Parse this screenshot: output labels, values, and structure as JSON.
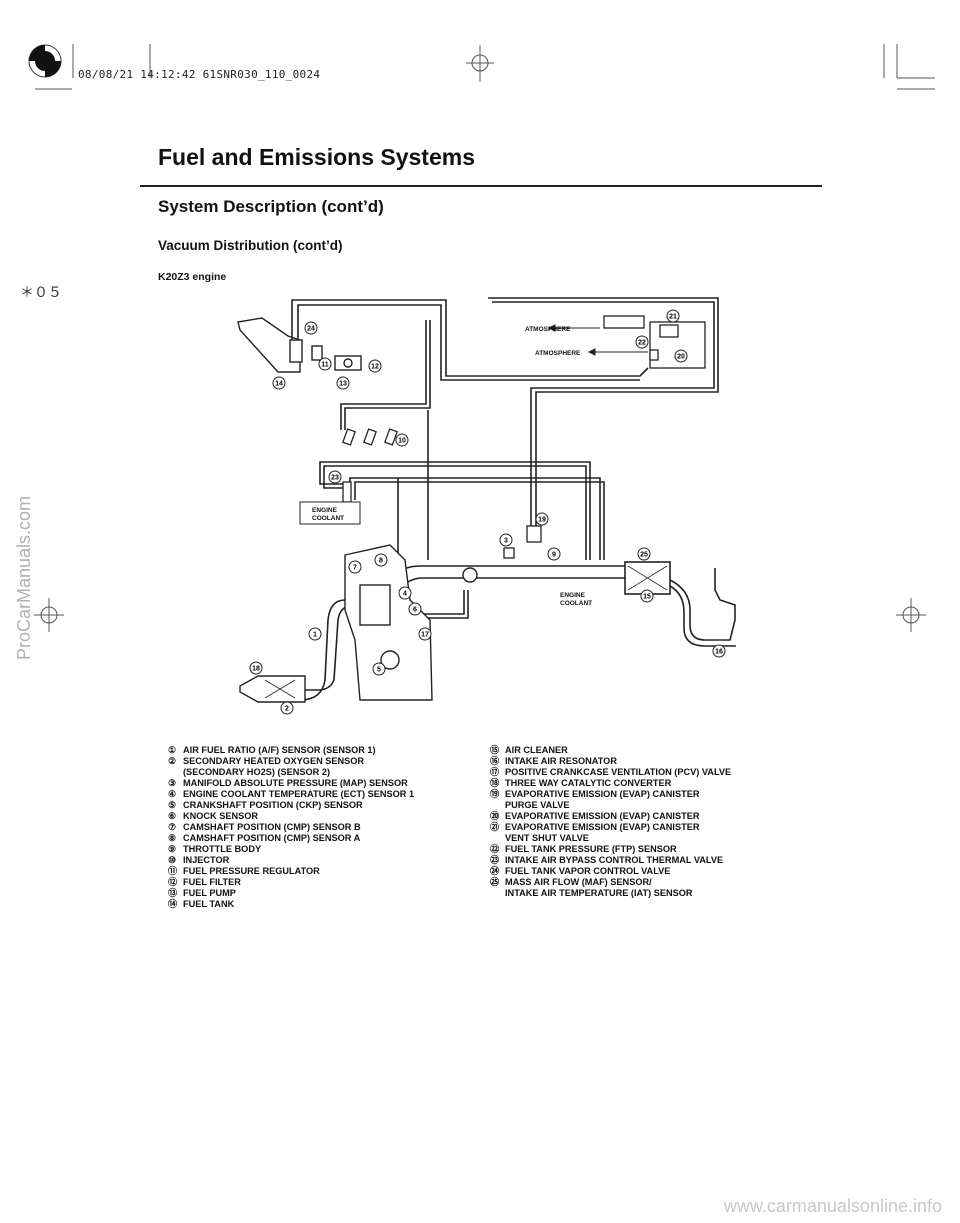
{
  "print_stamp": "08/08/21 14:12:42 61SNR030_110_0024",
  "header": {
    "title": "Fuel and Emissions Systems"
  },
  "section": {
    "title": "System Description (cont’d)"
  },
  "subsection": {
    "title": "Vacuum Distribution (cont’d)"
  },
  "engine_label": "K20Z3 engine",
  "page_mark": "＊０５",
  "watermark": "ProCarManuals.com",
  "footer_link": "www.carmanualsonline.info",
  "diagram": {
    "callouts": [
      "1",
      "2",
      "3",
      "4",
      "5",
      "6",
      "7",
      "8",
      "9",
      "10",
      "11",
      "12",
      "13",
      "14",
      "15",
      "16",
      "17",
      "18",
      "19",
      "20",
      "21",
      "22",
      "23",
      "24",
      "25"
    ],
    "labels": {
      "atmosphere_1": "ATMOSPHERE",
      "atmosphere_2": "ATMOSPHERE",
      "engine_coolant_1_line1": "ENGINE",
      "engine_coolant_1_line2": "COOLANT",
      "engine_coolant_2_line1": "ENGINE",
      "engine_coolant_2_line2": "COOLANT"
    }
  },
  "legend": {
    "left": [
      {
        "num": "①",
        "text": "AIR FUEL RATIO (A/F) SENSOR (SENSOR 1)"
      },
      {
        "num": "②",
        "text": "SECONDARY HEATED OXYGEN SENSOR\n(SECONDARY HO2S) (SENSOR 2)"
      },
      {
        "num": "③",
        "text": "MANIFOLD ABSOLUTE PRESSURE (MAP) SENSOR"
      },
      {
        "num": "④",
        "text": "ENGINE COOLANT TEMPERATURE (ECT) SENSOR 1"
      },
      {
        "num": "⑤",
        "text": "CRANKSHAFT POSITION (CKP) SENSOR"
      },
      {
        "num": "⑥",
        "text": "KNOCK SENSOR"
      },
      {
        "num": "⑦",
        "text": "CAMSHAFT POSITION (CMP) SENSOR B"
      },
      {
        "num": "⑧",
        "text": "CAMSHAFT POSITION (CMP) SENSOR A"
      },
      {
        "num": "⑨",
        "text": "THROTTLE BODY"
      },
      {
        "num": "⑩",
        "text": "INJECTOR"
      },
      {
        "num": "⑪",
        "text": "FUEL PRESSURE REGULATOR"
      },
      {
        "num": "⑫",
        "text": "FUEL FILTER"
      },
      {
        "num": "⑬",
        "text": "FUEL PUMP"
      },
      {
        "num": "⑭",
        "text": "FUEL TANK"
      }
    ],
    "right": [
      {
        "num": "⑮",
        "text": "AIR CLEANER"
      },
      {
        "num": "⑯",
        "text": "INTAKE AIR RESONATOR"
      },
      {
        "num": "⑰",
        "text": "POSITIVE CRANKCASE VENTILATION (PCV) VALVE"
      },
      {
        "num": "⑱",
        "text": "THREE WAY CATALYTIC CONVERTER"
      },
      {
        "num": "⑲",
        "text": "EVAPORATIVE EMISSION (EVAP) CANISTER\nPURGE VALVE"
      },
      {
        "num": "⑳",
        "text": "EVAPORATIVE EMISSION (EVAP) CANISTER"
      },
      {
        "num": "㉑",
        "text": "EVAPORATIVE EMISSION (EVAP) CANISTER\nVENT SHUT VALVE"
      },
      {
        "num": "㉒",
        "text": "FUEL TANK PRESSURE (FTP) SENSOR"
      },
      {
        "num": "㉓",
        "text": "INTAKE AIR BYPASS CONTROL THERMAL VALVE"
      },
      {
        "num": "㉔",
        "text": "FUEL TANK VAPOR CONTROL VALVE"
      },
      {
        "num": "㉕",
        "text": "MASS AIR FLOW (MAF) SENSOR/\nINTAKE AIR TEMPERATURE (IAT) SENSOR"
      }
    ]
  }
}
